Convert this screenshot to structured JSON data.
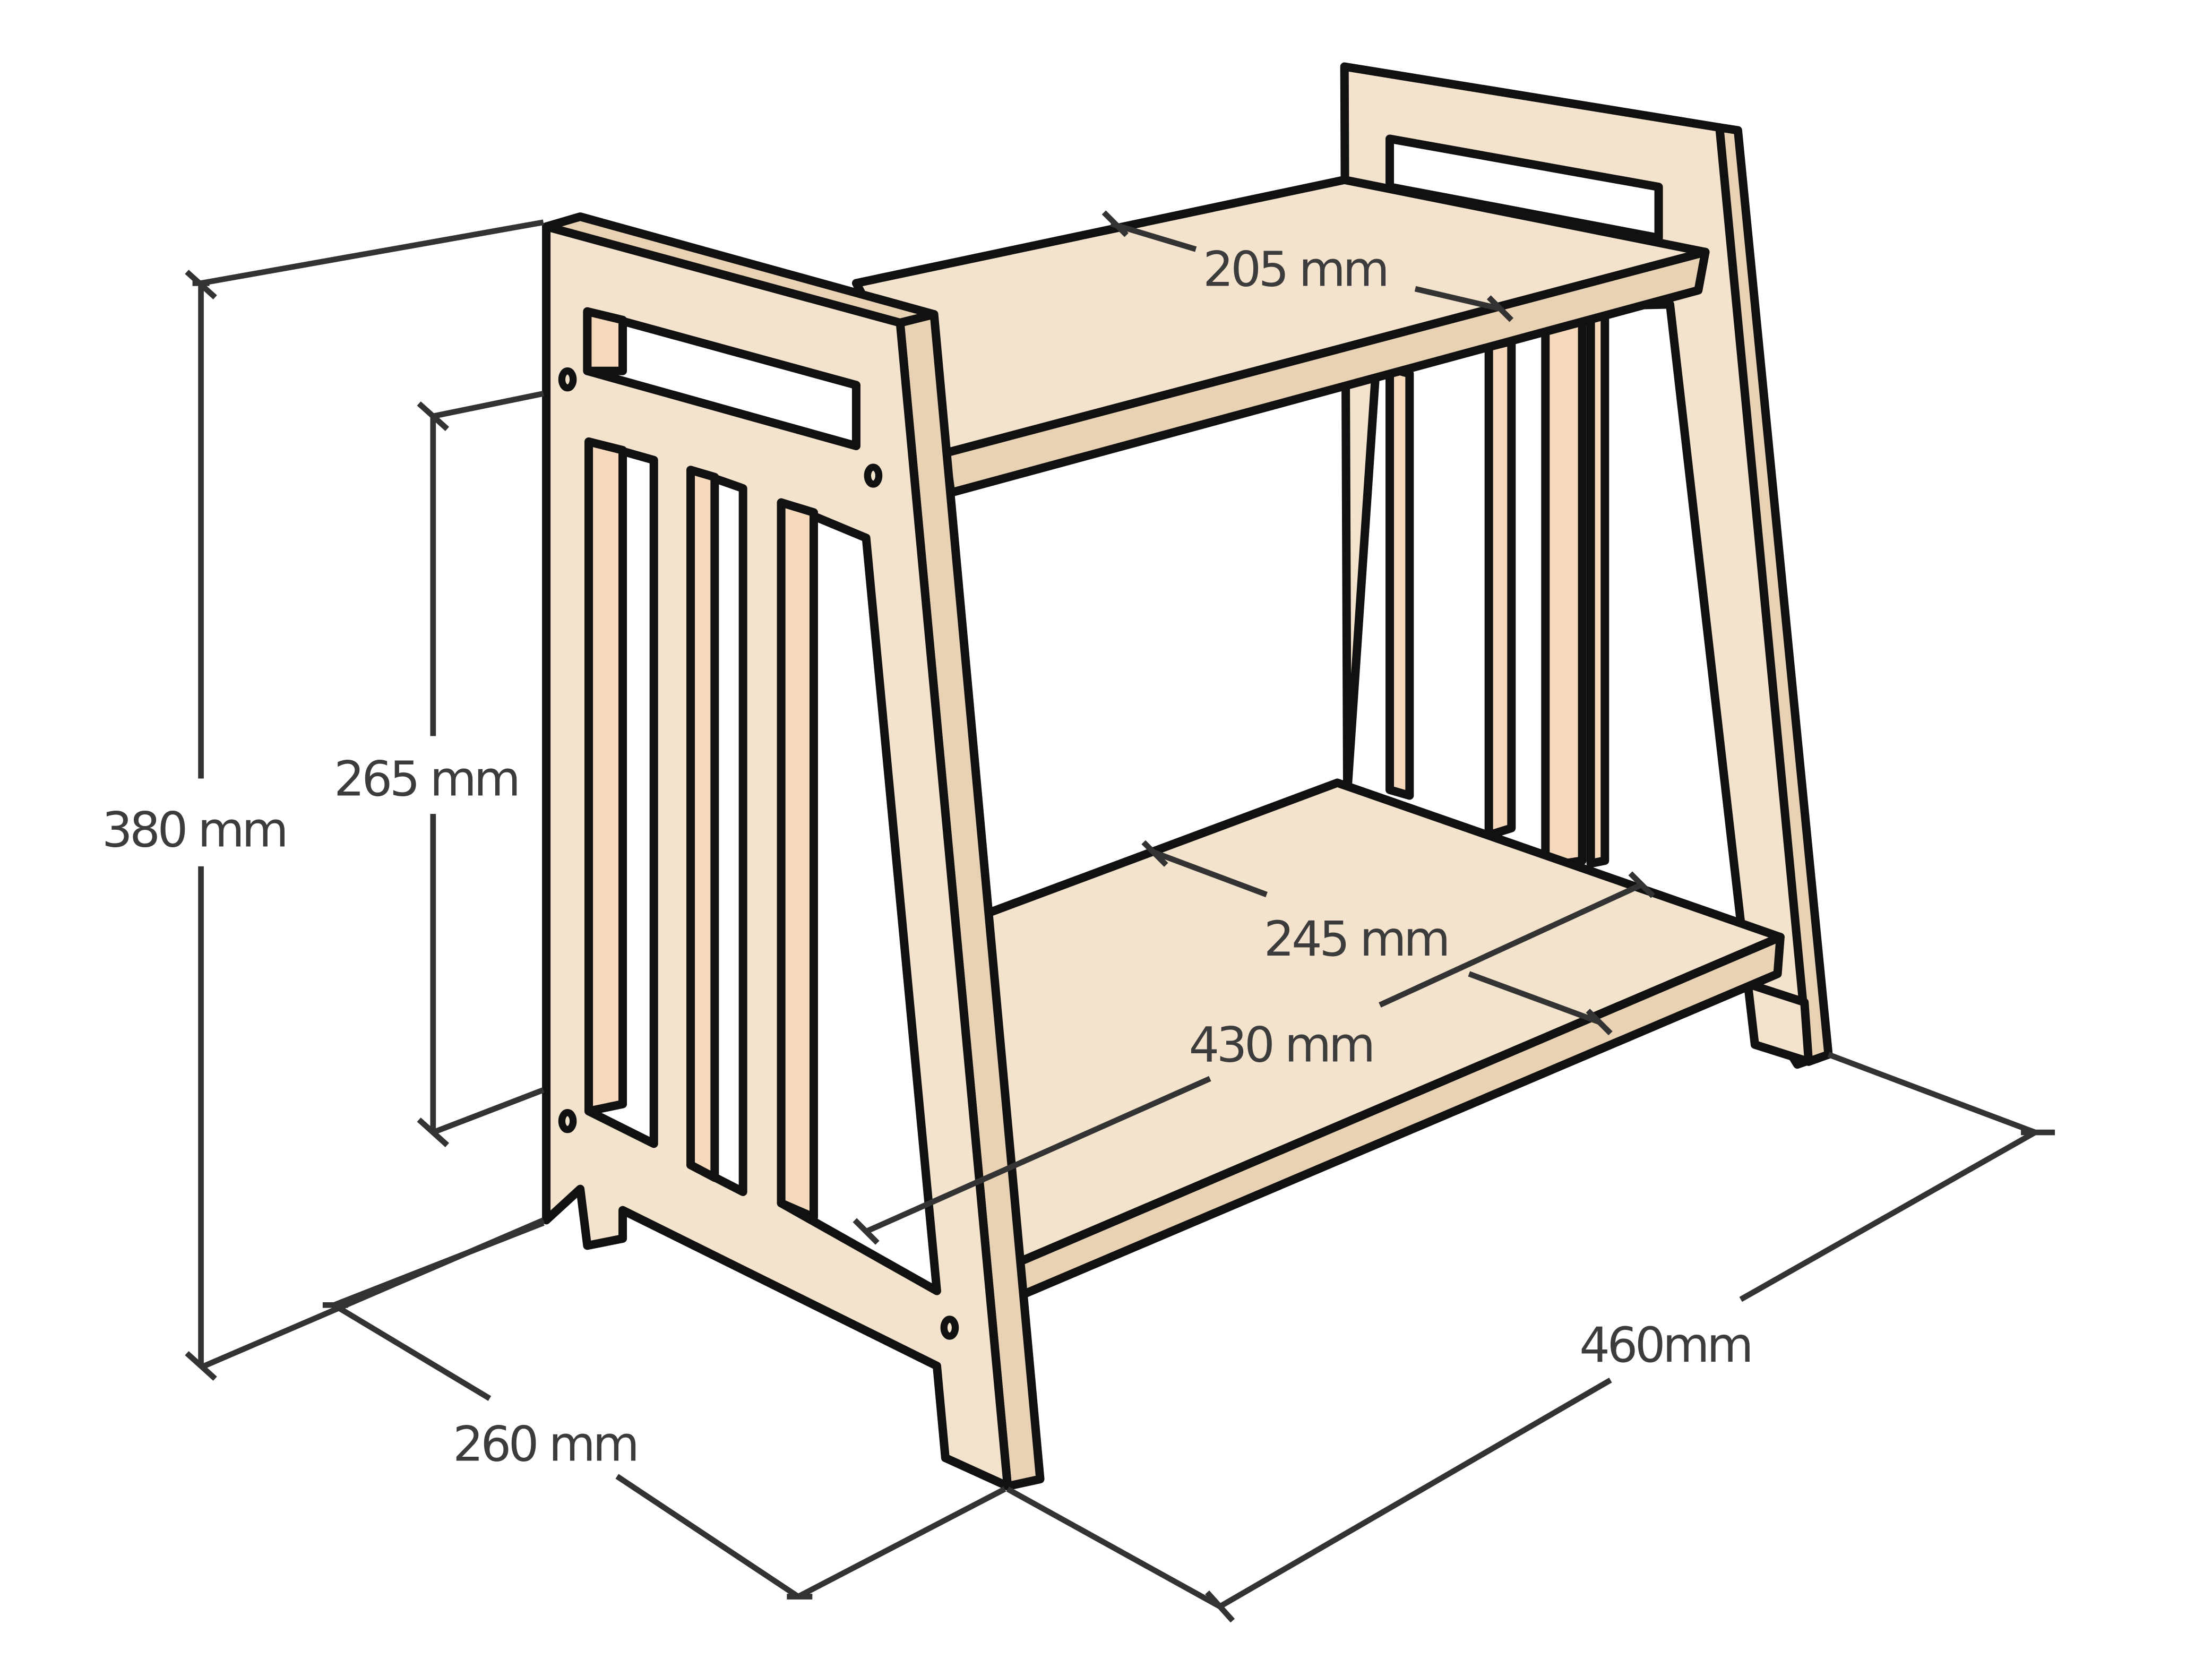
{
  "dimensions": {
    "total_height": "380 mm",
    "side_height": "265 mm",
    "top_shelf_depth": "205 mm",
    "bottom_shelf_depth": "245 mm",
    "shelf_length": "430 mm",
    "depth": "260 mm",
    "width": "460mm"
  },
  "colors": {
    "plywood": "#f4e3cc",
    "plywood_inner": "#f6d9bb",
    "outline": "#111111",
    "dimension_text": "#3c3c3c"
  }
}
